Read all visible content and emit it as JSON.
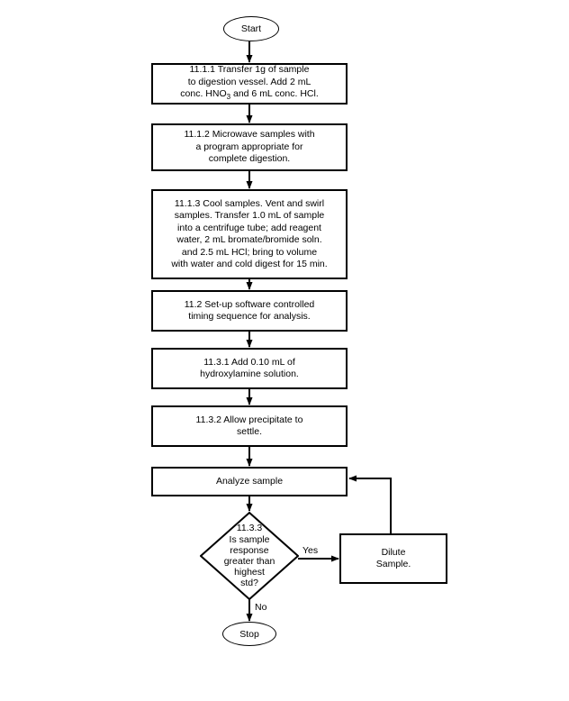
{
  "diagram": {
    "title": "Sample digestion and analysis flowchart",
    "line_color": "#000000",
    "background_color": "#ffffff"
  },
  "nodes": {
    "start": {
      "label": "Start",
      "shape": "terminal"
    },
    "step_11_1_1": {
      "label": "11.1.1 Transfer 1g of sample\nto digestion vessel. Add 2 mL\nconc. HNO3 and 6 mL conc. HCl.",
      "shape": "process"
    },
    "step_11_1_2": {
      "label": "11.1.2 Microwave samples with\na program appropriate for\ncomplete digestion.",
      "shape": "process"
    },
    "step_11_1_3": {
      "label": "11.1.3 Cool samples. Vent and swirl\nsamples. Transfer 1.0 mL of sample\ninto a centrifuge tube; add reagent\nwater, 2 mL bromate/bromide soln.\nand 2.5 mL HCl; bring to volume\nwith water and cold digest for 15 min.",
      "shape": "process"
    },
    "step_11_2": {
      "label": "11.2 Set-up software controlled\ntiming sequence for analysis.",
      "shape": "process"
    },
    "step_11_3_1": {
      "label": "11.3.1 Add 0.10 mL of\nhydroxylamine solution.",
      "shape": "process"
    },
    "step_11_3_2": {
      "label": "11.3.2 Allow precipitate to\nsettle.",
      "shape": "process"
    },
    "analyze": {
      "label": "Analyze sample",
      "shape": "process"
    },
    "decision_11_3_3": {
      "label": "11.3.3\nIs sample\nresponse\ngreater than\nhighest\nstd?",
      "shape": "decision"
    },
    "dilute": {
      "label": "Dilute\nSample.",
      "shape": "process"
    },
    "stop": {
      "label": "Stop",
      "shape": "terminal"
    }
  },
  "edge_labels": {
    "yes": "Yes",
    "no": "No"
  }
}
